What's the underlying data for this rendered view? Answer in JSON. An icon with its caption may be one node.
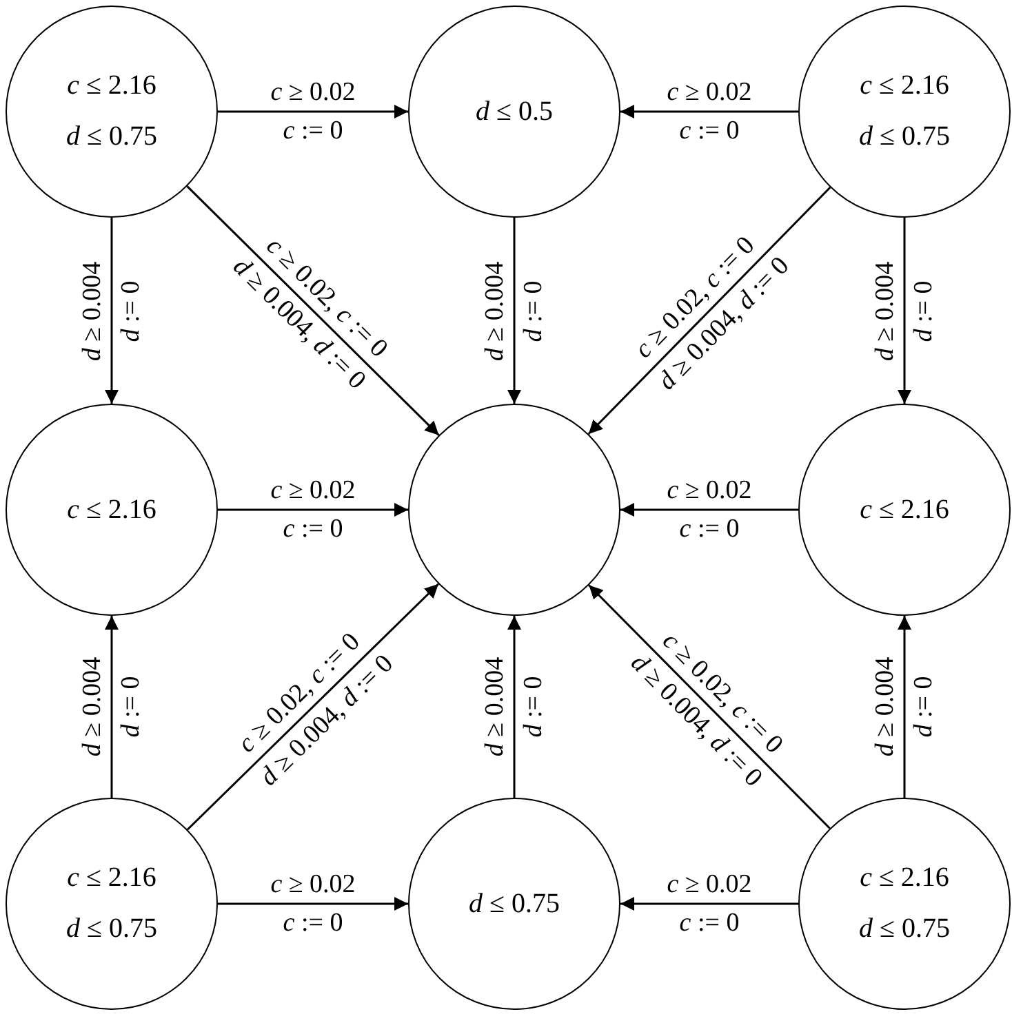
{
  "diagram": {
    "nodes": [
      {
        "text": [
          "*c* ≤ 2.16",
          "*d* ≤ 0.75"
        ]
      },
      {
        "text": [
          "*d* ≤ 0.5"
        ]
      },
      {
        "text": [
          "*c* ≤ 2.16",
          "*d* ≤ 0.75"
        ]
      },
      {
        "text": [
          "*c* ≤ 2.16"
        ]
      },
      {
        "text": [],
        "shape": "circle"
      },
      {
        "text": [
          "*c* ≤ 2.16"
        ]
      },
      {
        "text": [
          "*c* ≤ 2.16",
          "*d* ≤ 0.75"
        ]
      },
      {
        "text": [
          "*d* ≤ 0.75"
        ]
      },
      {
        "text": [
          "*c* ≤ 2.16",
          "*d* ≤ 0.75"
        ]
      }
    ],
    "edges": [
      {
        "from": 0,
        "to": 1,
        "arrow": "to",
        "label": "*c* ≥ 0.02"
      },
      {
        "from": 2,
        "to": 1,
        "arrow": "to",
        "label": "*c* ≥ 0.02"
      },
      {
        "from": 0,
        "to": 3,
        "arrow": "to",
        "label": "*d* ≥ 0.004"
      },
      {
        "from": 0,
        "to": 4,
        "arrow": "to",
        "label": "*c* ≥ 0.02, *c* := 0"
      },
      {
        "from": 1,
        "to": 4,
        "arrow": "to",
        "label": "*d* ≥ 0.004"
      },
      {
        "from": 2,
        "to": 4,
        "arrow": "to",
        "label": "*c* ≥ 0.02, *c* := 0"
      },
      {
        "from": 2,
        "to": 5,
        "arrow": "to",
        "label": "*d* ≥ 0.004"
      },
      {
        "from": 3,
        "to": 4,
        "arrow": "to",
        "label": "*c* ≥ 0.02"
      },
      {
        "from": 5,
        "to": 4,
        "arrow": "to",
        "label": "*c* ≥ 0.02"
      },
      {
        "from": 6,
        "to": 3,
        "arrow": "to",
        "label": "*d* ≥ 0.004"
      },
      {
        "from": 6,
        "to": 4,
        "arrow": "to",
        "label": "*c* ≥ 0.02, *c* := 0"
      },
      {
        "from": 7,
        "to": 4,
        "arrow": "to",
        "label": "*d* ≥ 0.004"
      },
      {
        "from": 8,
        "to": 4,
        "arrow": "to",
        "label": "*c* ≥ 0.02, *c* := 0"
      },
      {
        "from": 8,
        "to": 5,
        "arrow": "to",
        "label": "*d* ≥ 0.004"
      },
      {
        "from": 6,
        "to": 7,
        "arrow": "to",
        "label": "*c* ≥ 0.02"
      },
      {
        "from": 8,
        "to": 7,
        "arrow": "to",
        "label": "*c* ≥ 0.02"
      }
    ],
    "labels": [
      "*c* := 0",
      "*c* := 0",
      "*d* := 0",
      "*d* ≥ 0.004, *d* := 0",
      "*d* := 0",
      "*d* ≥ 0.004, *d* := 0",
      "*d* := 0",
      "*c* := 0",
      "*c* := 0",
      "*d* := 0",
      "*d* ≥ 0.004, *d* := 0",
      "*d* := 0",
      "*d* ≥ 0.004, *d* := 0",
      "*d* := 0",
      "*c* := 0",
      "*c* := 0"
    ]
  }
}
